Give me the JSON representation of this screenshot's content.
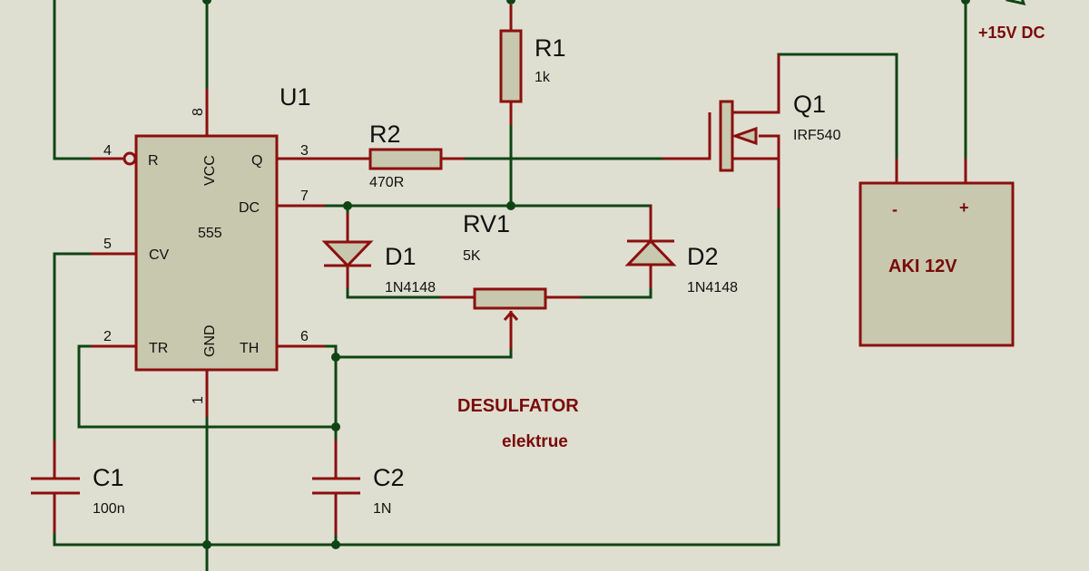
{
  "title": "DESULFATOR",
  "subtitle": "elektrue",
  "supply_label": "+15V DC",
  "colors": {
    "background": "#dfdfd1",
    "wire": "#0f4514",
    "component": "#8b0f0f",
    "component_fill": "#c8c8ae",
    "note_text": "#7a0a0a"
  },
  "components": {
    "u1": {
      "ref": "U1",
      "value": "555",
      "pins": {
        "reset": {
          "num": "4",
          "name": "R"
        },
        "vcc": {
          "num": "8",
          "name": "VCC"
        },
        "q": {
          "num": "3",
          "name": "Q"
        },
        "dc": {
          "num": "7",
          "name": "DC"
        },
        "cv": {
          "num": "5",
          "name": "CV"
        },
        "tr": {
          "num": "2",
          "name": "TR"
        },
        "gnd": {
          "num": "1",
          "name": "GND"
        },
        "th": {
          "num": "6",
          "name": "TH"
        }
      }
    },
    "r1": {
      "ref": "R1",
      "value": "1k"
    },
    "r2": {
      "ref": "R2",
      "value": "470R"
    },
    "rv1": {
      "ref": "RV1",
      "value": "5K"
    },
    "d1": {
      "ref": "D1",
      "value": "1N4148"
    },
    "d2": {
      "ref": "D2",
      "value": "1N4148"
    },
    "q1": {
      "ref": "Q1",
      "value": "IRF540"
    },
    "c1": {
      "ref": "C1",
      "value": "100n"
    },
    "c2": {
      "ref": "C2",
      "value": "1N"
    },
    "battery": {
      "label": "AKI 12V",
      "minus": "-",
      "plus": "+"
    }
  }
}
